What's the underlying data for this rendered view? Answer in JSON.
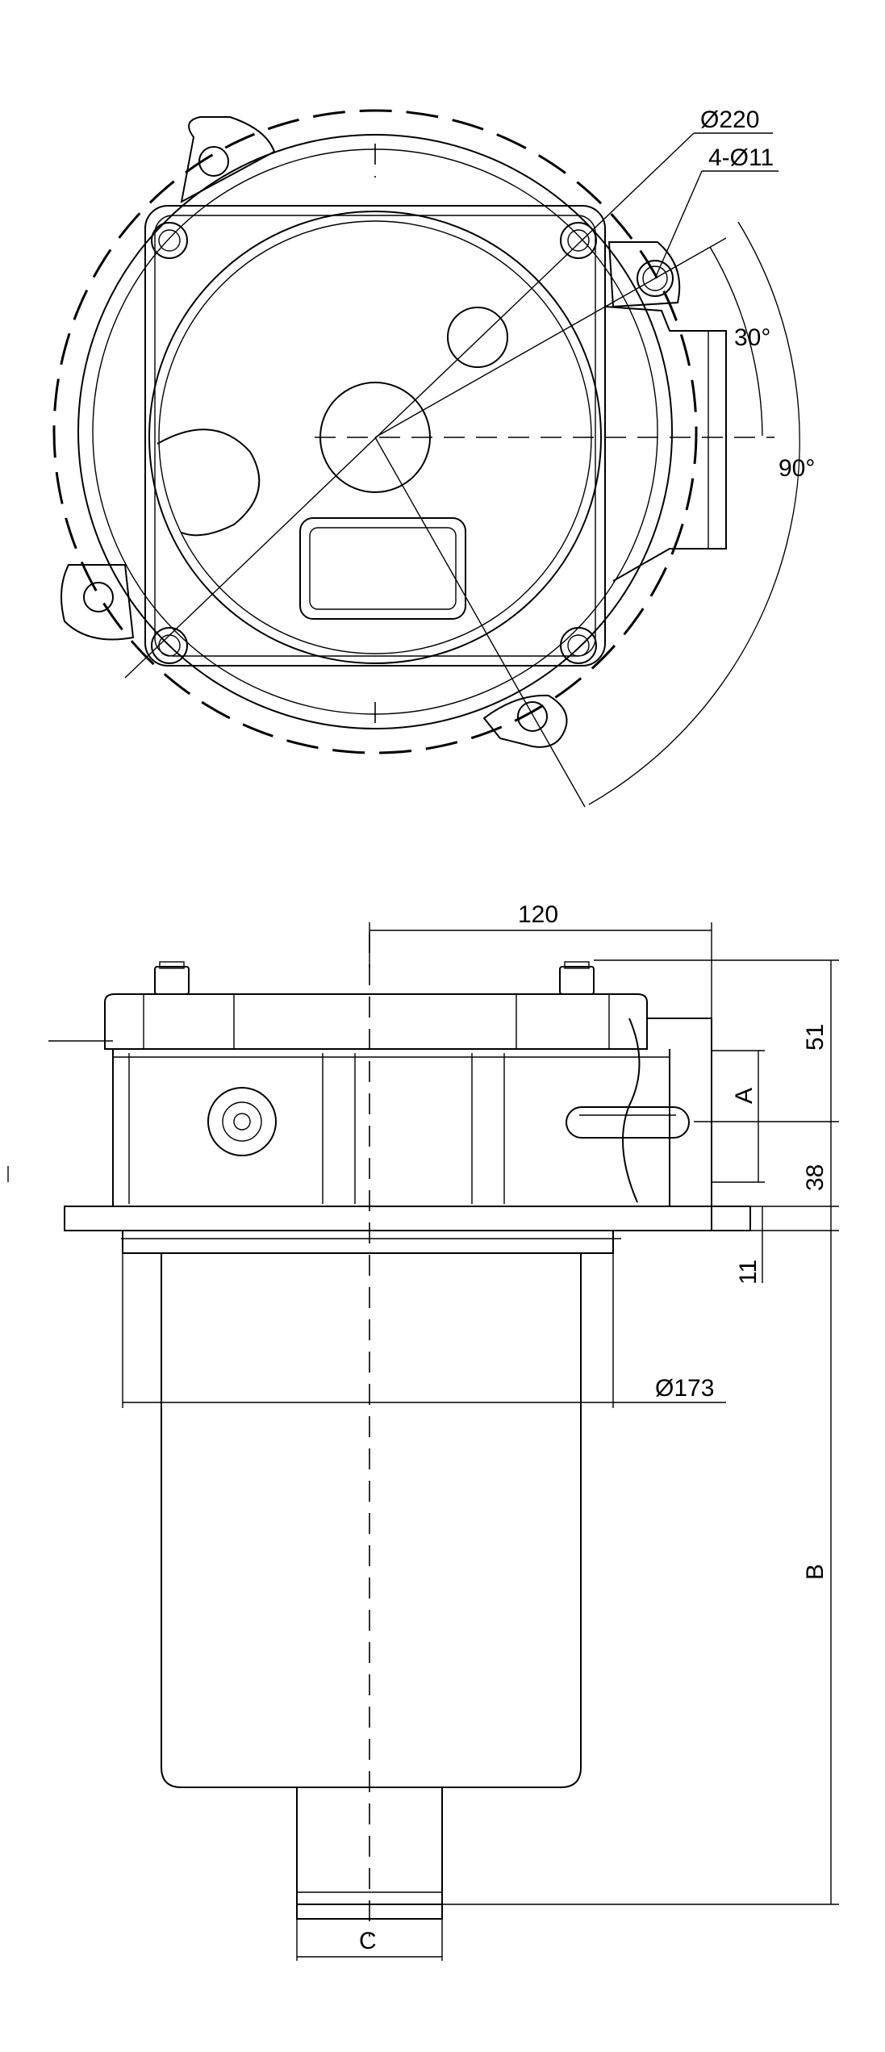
{
  "colors": {
    "line": "#000000",
    "background": "#ffffff"
  },
  "top_view": {
    "dim_bolt_circle": "Ø220",
    "dim_holes": "4-Ø11",
    "angle_small": "30°",
    "angle_large": "90°"
  },
  "side_view": {
    "dim_width": "120",
    "dim_51": "51",
    "dim_38": "38",
    "dim_11": "11",
    "dim_diameter": "Ø173",
    "dim_A": "A",
    "dim_B": "B",
    "dim_C": "C"
  }
}
